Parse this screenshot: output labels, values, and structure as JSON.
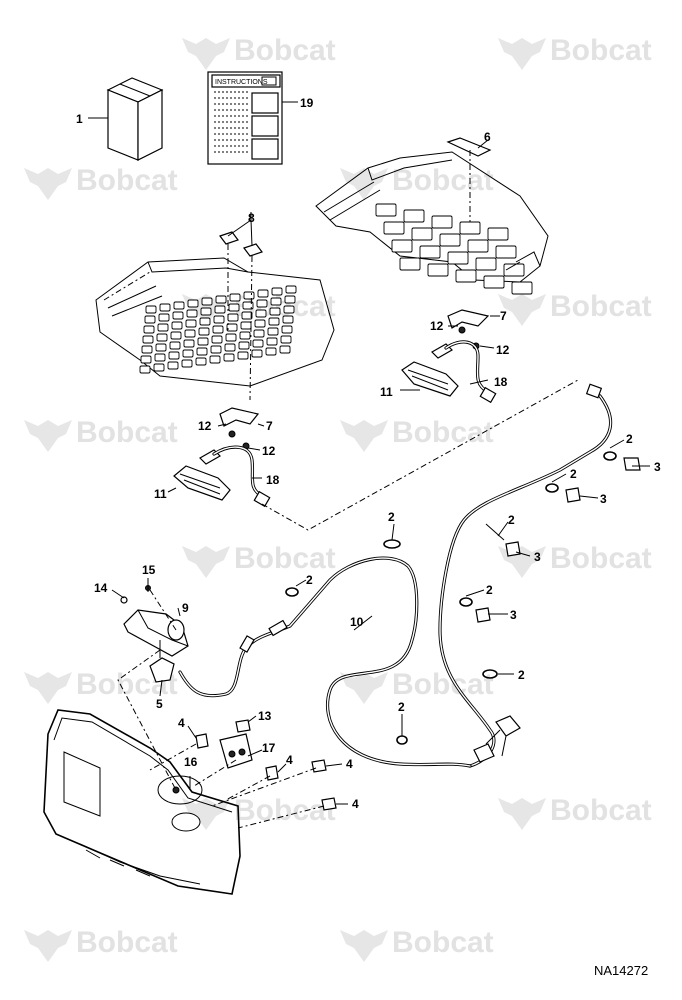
{
  "watermark": {
    "text": "Bobcat"
  },
  "instructions": {
    "title": "INSTRUCTIONS"
  },
  "callouts": {
    "c1": "1",
    "c19": "19",
    "c6": "6",
    "c8": "8",
    "c7a": "7",
    "c12a": "12",
    "c12b": "12",
    "c18a": "18",
    "c11a": "11",
    "c7b": "7",
    "c12c": "12",
    "c12d": "12",
    "c18b": "18",
    "c11b": "11",
    "c2a": "2",
    "c3a": "3",
    "c2b": "2",
    "c3b": "3",
    "c2c": "2",
    "c3c": "3",
    "c2d": "2",
    "c3d": "3",
    "c2e": "2",
    "c2f": "2",
    "c2g": "2",
    "c2h": "2",
    "c10": "10",
    "c15": "15",
    "c14": "14",
    "c9": "9",
    "c5": "5",
    "c13": "13",
    "c4a": "4",
    "c16": "16",
    "c17": "17",
    "c4b": "4",
    "c4c": "4",
    "c4d": "4"
  },
  "figure_code": "NA14272"
}
